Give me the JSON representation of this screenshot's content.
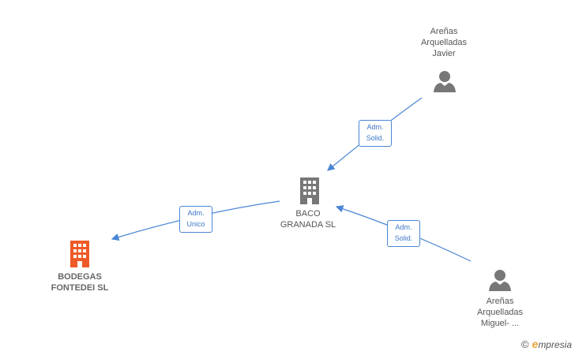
{
  "nodes": {
    "javier": {
      "lines": [
        "Areñas",
        "Arquelladas",
        "Javier"
      ],
      "type": "person"
    },
    "baco": {
      "lines": [
        "BACO",
        "GRANADA SL"
      ],
      "type": "company"
    },
    "bodegas": {
      "lines": [
        "BODEGAS",
        "FONTEDEI SL"
      ],
      "type": "company-highlight"
    },
    "miguel": {
      "lines": [
        "Areñas",
        "Arquelladas",
        "Miguel- ..."
      ],
      "type": "person"
    }
  },
  "edges": {
    "javier_baco": {
      "lines": [
        "Adm.",
        "Solid."
      ]
    },
    "baco_bodegas": {
      "lines": [
        "Adm.",
        "Unico"
      ]
    },
    "miguel_baco": {
      "lines": [
        "Adm.",
        "Solid."
      ]
    }
  },
  "colors": {
    "edge": "#4a86d4",
    "person": "#777777",
    "company": "#777777",
    "highlight": "#f05a28"
  },
  "footer": {
    "copyright": "©",
    "brand_first": "e",
    "brand_rest": "mpresia"
  }
}
